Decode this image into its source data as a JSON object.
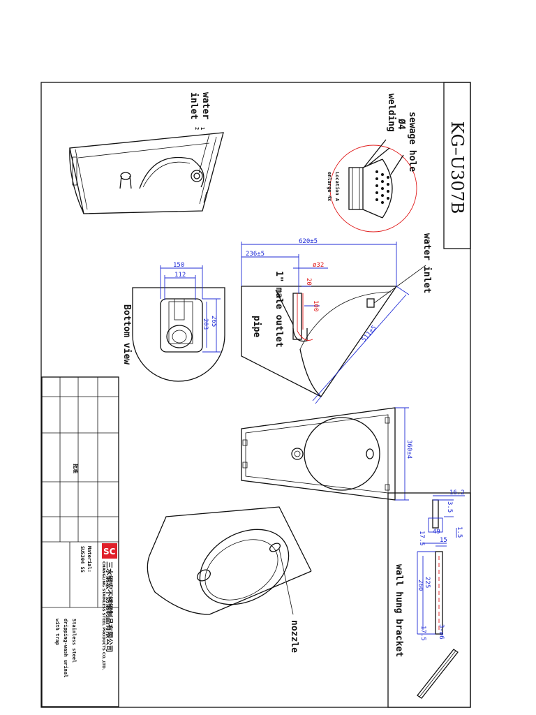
{
  "drawing": {
    "model": "KG–U307B",
    "labels": {
      "sewage_hole": "sewage hole",
      "phi4": "Ø4",
      "welding": "welding",
      "location": "Location A",
      "enlarge": "enlarge 4x",
      "water_inlet_top": "water inlet",
      "water_inlet_side_1": "water",
      "water_inlet_side_2": "inlet",
      "half_inch": "1",
      "half_inch_den": "2",
      "outlet_1": "1\" male outlet",
      "outlet_2": "pipe",
      "bottom_view": "Bottom view",
      "nozzle": "nozzle",
      "wall_bracket": "wall hung bracket"
    },
    "dimensions": {
      "d620": "620±5",
      "d236": "236±5",
      "d32": "ø32",
      "d20": "20",
      "d100": "100",
      "d511": "511±5",
      "d360": "360±4",
      "d150": "150",
      "d112": "112",
      "d265": "265",
      "d203": "203",
      "d162": "16.2",
      "d35": "3.5",
      "d15a": "1.5",
      "d49": "49",
      "d175a": "17.5",
      "d15": "15",
      "d225": "225",
      "d260": "260",
      "d175b": "17.5",
      "d3phi6": "3-ø6"
    },
    "title_block": {
      "company_cn": "三水钢宏不锈钢制品有限公司",
      "company_en": "CHANGLING STAINLESS STEEL PRODUCTS CO.,LTD.",
      "material_label": "Material:",
      "material_value": "SUS304 SS",
      "description_1": "Stainless steel",
      "description_2": "dripping-wash urinal",
      "description_3": "with trap",
      "approval": "批准",
      "logo": "SC"
    }
  }
}
